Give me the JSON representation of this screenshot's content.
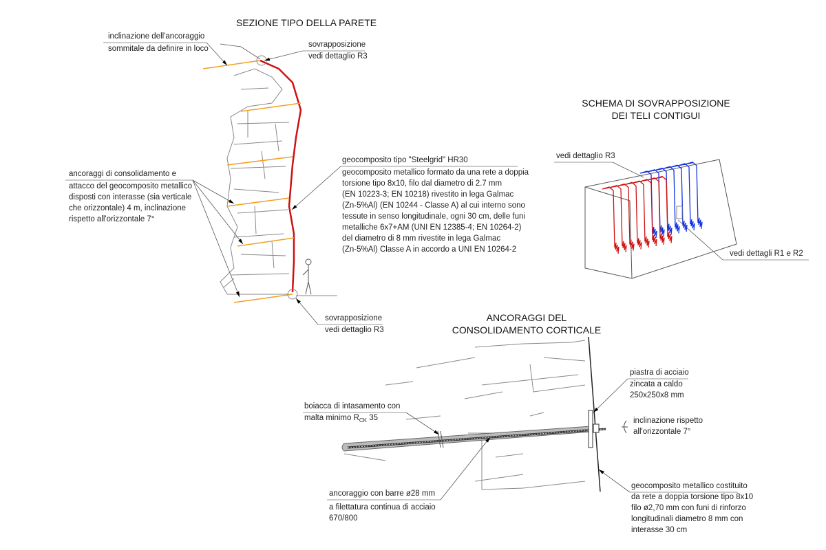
{
  "section": {
    "title": "SEZIONE TIPO DELLA PARETE",
    "top_anchor_note": [
      "inclinazione dell'ancoraggio",
      "sommitale da definire in loco"
    ],
    "overlap_top": [
      "sovrapposizione",
      "vedi dettaglio R3"
    ],
    "anchors_note": [
      "ancoraggi di consolidamento e",
      "attacco del geocomposito metallico",
      "disposti con interasse (sia verticale",
      "che orizzontale) 4 m, inclinazione",
      "rispetto all'orizzontale 7°"
    ],
    "geocomposite_note": [
      "geocomposito tipo \"Steelgrid\" HR30",
      "geocomposito metallico formato da una rete a doppia",
      "torsione tipo 8x10, filo dal diametro di 2.7 mm",
      "(EN 10223-3; EN 10218) rivestito in lega Galmac",
      "(Zn-5%Al) (EN 10244 - Classe A) al cui interno sono",
      "tessute in senso longitudinale, ogni 30 cm, delle funi",
      "metalliche 6x7+AM (UNI EN 12385-4; EN 10264-2)",
      "del diametro di 8 mm rivestite in lega Galmac",
      "(Zn-5%Al) Classe A in accordo a UNI EN 10264-2"
    ],
    "overlap_bottom": [
      "sovrapposizione",
      "vedi dettaglio R3"
    ]
  },
  "schema": {
    "title": [
      "SCHEMA DI SOVRAPPOSIZIONE",
      "DEI TELI CONTIGUI"
    ],
    "ref_r3": "vedi dettaglio R3",
    "ref_r1_r2": "vedi dettagli R1 e R2",
    "colors": {
      "left_sheet": "#d01010",
      "right_sheet": "#1030e0"
    }
  },
  "anchor_detail": {
    "title": [
      "ANCORAGGI DEL",
      "CONSOLIDAMENTO CORTICALE"
    ],
    "plate_note": [
      "piastra di acciaio",
      "zincata a caldo",
      "250x250x8 mm"
    ],
    "grout_note": [
      "boiacca di intasamento con",
      "malta minimo R",
      "CK",
      " 35"
    ],
    "inclination_note": [
      "inclinazione rispetto",
      "all'orizzontale 7°"
    ],
    "bar_note": [
      "ancoraggio con barre ø28 mm",
      "a filettatura continua di acciaio",
      "670/800"
    ],
    "mesh_note": [
      "geocomposito metallico costituito",
      "da rete a doppia torsione tipo 8x10",
      "filo ø2,70 mm con funi di rinforzo",
      "longitudinali diametro 8 mm con",
      "interasse 30 cm"
    ]
  }
}
